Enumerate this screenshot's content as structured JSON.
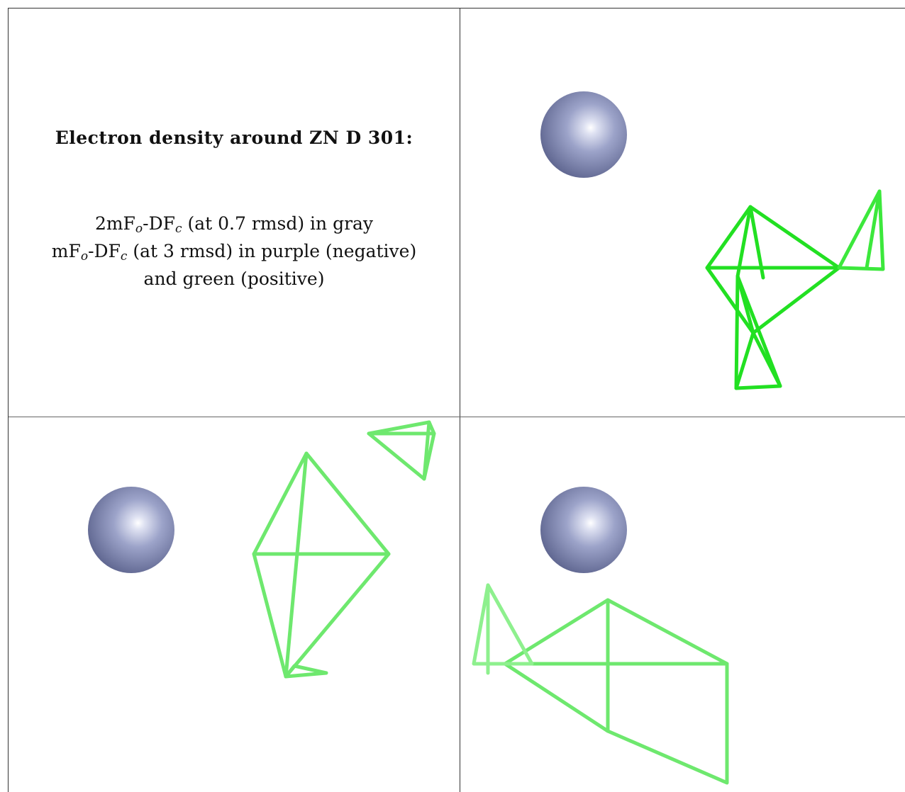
{
  "caption": {
    "title": "Electron density around ZN D 301:",
    "line1": {
      "pre": "2mF",
      "sub1": "o",
      "mid": "-DF",
      "sub2": "c",
      "post": " (at 0.7 rmsd) in gray"
    },
    "line2": {
      "pre": "mF",
      "sub1": "o",
      "mid": "-DF",
      "sub2": "c",
      "post": " (at 3 rmsd) in purple (negative)"
    },
    "line3": "and green (positive)"
  },
  "colors": {
    "zinc_sphere": "#8f96be",
    "density_green_bright": "#22e022",
    "density_green_light": "#6ee86e",
    "grid": "#333333"
  },
  "icons": {
    "atom": "zinc-atom-sphere",
    "density": "green-density-mesh"
  }
}
